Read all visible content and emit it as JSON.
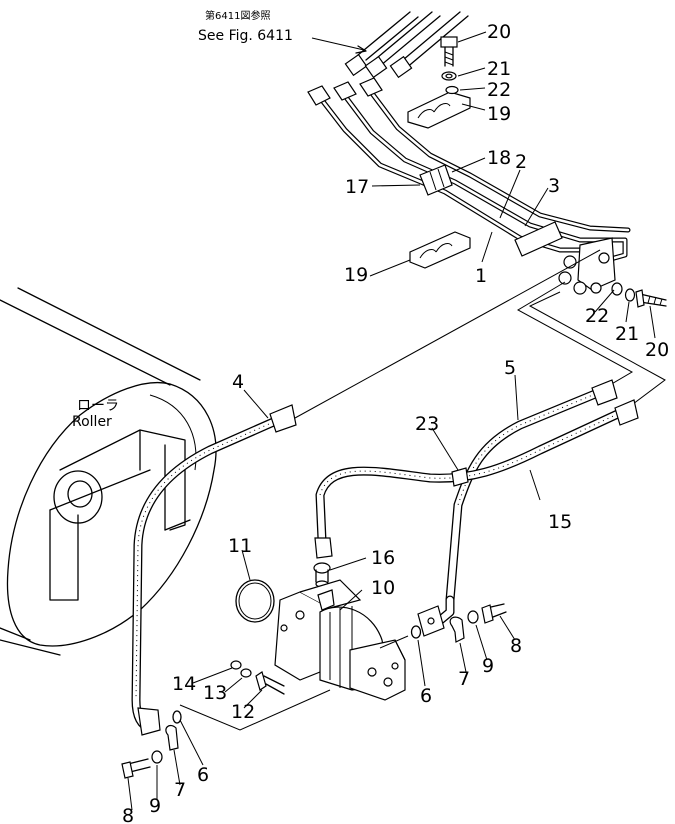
{
  "figure_ref": {
    "japanese": "第6411図参照",
    "english": "See Fig. 6411"
  },
  "roller_label": {
    "japanese": "ローラ",
    "english": "Roller"
  },
  "callouts": {
    "c1": "1",
    "c2": "2",
    "c3": "3",
    "c4": "4",
    "c5": "5",
    "c6a": "6",
    "c6b": "6",
    "c7a": "7",
    "c7b": "7",
    "c8a": "8",
    "c8b": "8",
    "c9a": "9",
    "c9b": "9",
    "c10": "10",
    "c11": "11",
    "c12": "12",
    "c13": "13",
    "c14": "14",
    "c15": "15",
    "c16": "16",
    "c17": "17",
    "c18": "18",
    "c19a": "19",
    "c19b": "19",
    "c20a": "20",
    "c20b": "20",
    "c21a": "21",
    "c21b": "21",
    "c22a": "22",
    "c22b": "22",
    "c23": "23"
  }
}
